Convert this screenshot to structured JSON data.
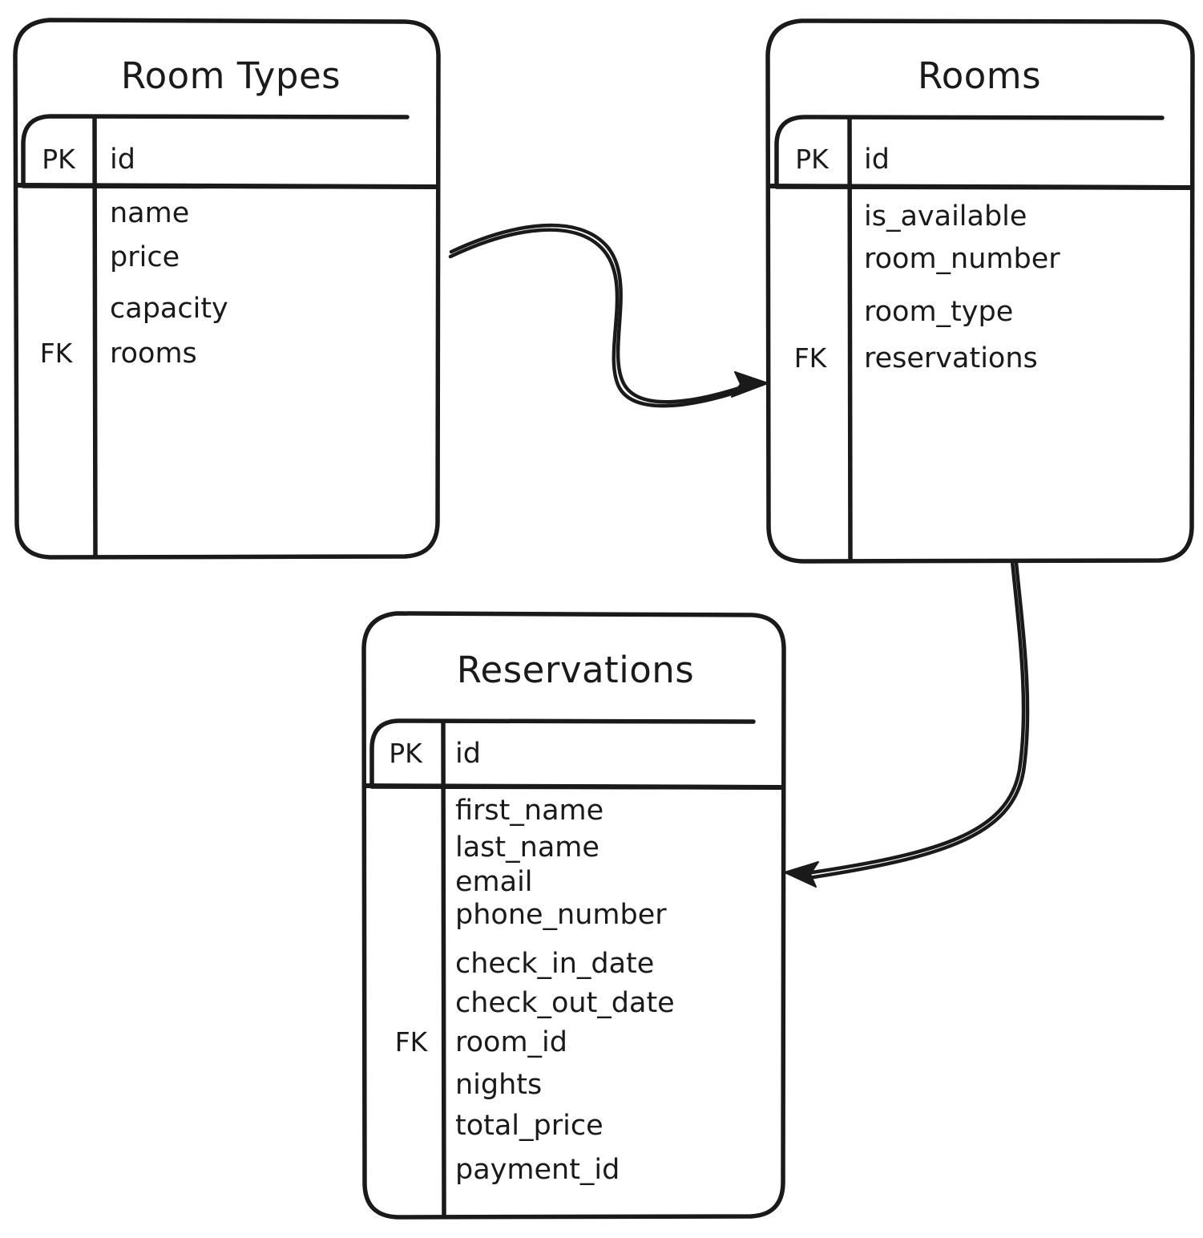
{
  "diagram": {
    "kind": "entity-relationship-diagram",
    "style": "hand-drawn",
    "background_color": "#ffffff",
    "stroke_color": "#1a1a1a"
  },
  "entities": [
    {
      "id": "room_types",
      "title": "Room Types",
      "pk_key_label": "PK",
      "pk_field": "id",
      "fk_key_label": "FK",
      "fields": [
        "name",
        "price",
        "capacity",
        "rooms"
      ]
    },
    {
      "id": "rooms",
      "title": "Rooms",
      "pk_key_label": "PK",
      "pk_field": "id",
      "fk_key_label": "FK",
      "fields": [
        "is_available",
        "room_number",
        "room_type",
        "reservations"
      ]
    },
    {
      "id": "reservations",
      "title": "Reservations",
      "pk_key_label": "PK",
      "pk_field": "id",
      "fk_key_label": "FK",
      "fields": [
        "first_name",
        "last_name",
        "email",
        "phone_number",
        "check_in_date",
        "check_out_date",
        "room_id",
        "nights",
        "total_price",
        "payment_id"
      ]
    }
  ],
  "relationships": [
    {
      "id": "room_types_to_rooms",
      "from": "room_types",
      "to": "rooms",
      "arrow": "to"
    },
    {
      "id": "rooms_to_reservations",
      "from": "rooms",
      "to": "reservations",
      "arrow": "to"
    }
  ]
}
